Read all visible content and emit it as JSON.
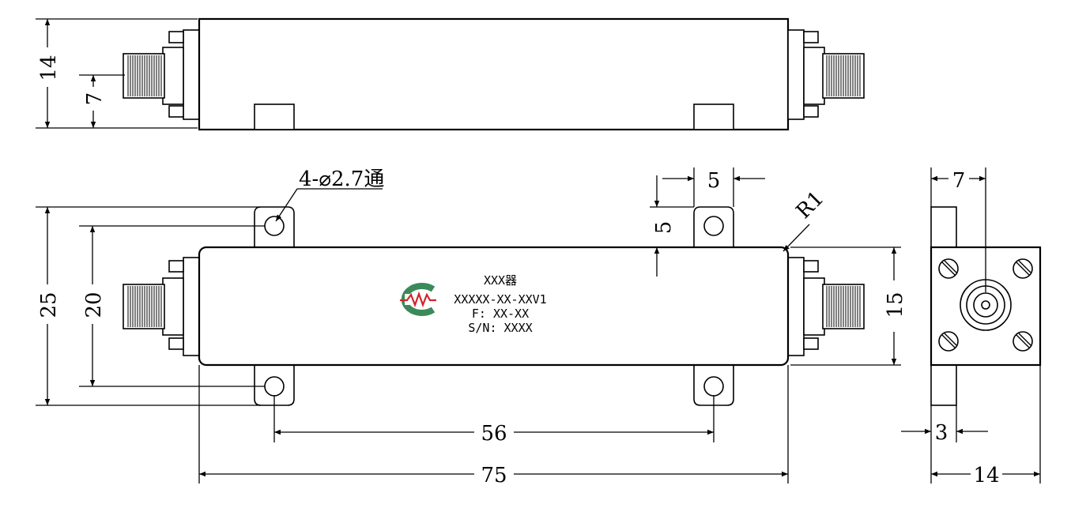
{
  "dimensions": {
    "top_height": "14",
    "top_half_height": "7",
    "hole_note": "4-⌀2.7通",
    "tab_width": "5",
    "tab_height": "5",
    "corner_radius": "R1",
    "overall_height": "25",
    "hole_spacing_vertical": "20",
    "body_height": "15",
    "hole_spacing_horizontal": "56",
    "overall_length": "75",
    "side_half_width": "7",
    "flange_thickness": "3",
    "side_width": "14"
  },
  "label": {
    "title": "XXX器",
    "model": "XXXXX-XX-XXV1",
    "freq": "F: XX-XX",
    "serial": "S/N: XXXX"
  },
  "colors": {
    "logo_green": "#3a8a5a",
    "logo_red": "#d0262a"
  }
}
